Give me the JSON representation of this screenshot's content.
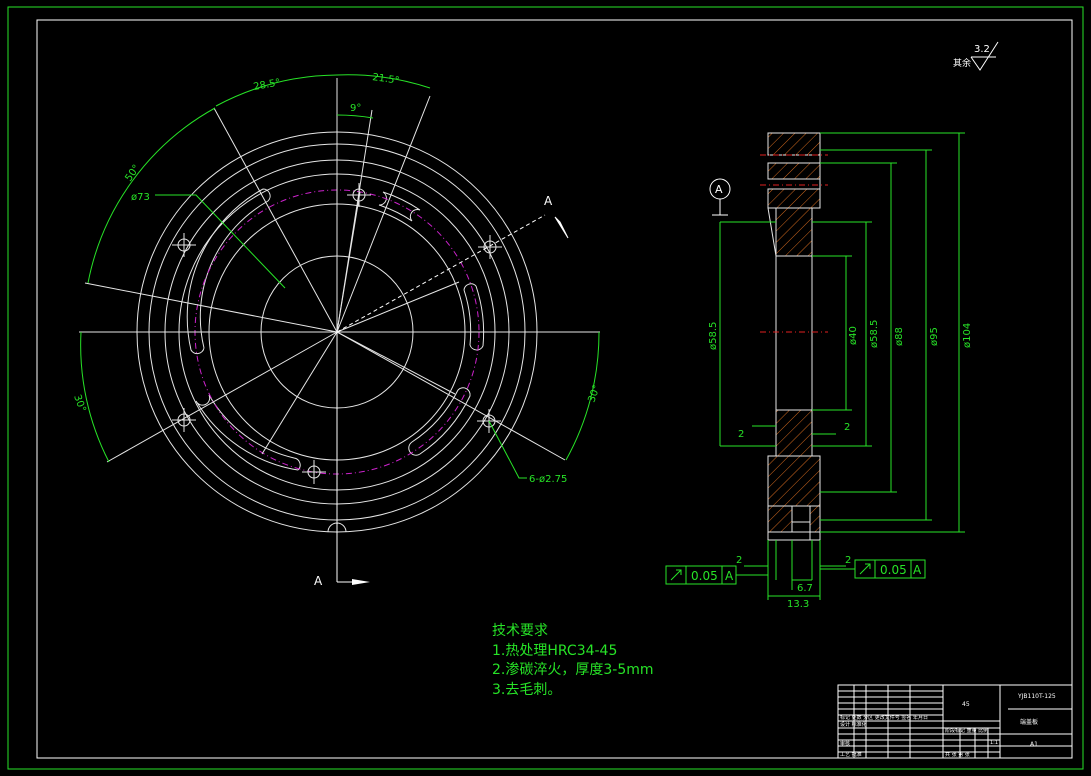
{
  "colors": {
    "border": "#27e327",
    "geometry": "#e6e6e6",
    "dimension": "#27e327",
    "centerline": "#cc22cc",
    "hatch": "#d2691e",
    "background": "#000000"
  },
  "surface_finish": {
    "label": "其余",
    "value": "3.2"
  },
  "angles": {
    "a28": "28.5°",
    "a21": "21.5°",
    "a9": "9°",
    "a50": "50°",
    "a30l": "30°",
    "a30r": "30°"
  },
  "dims_front": {
    "pcd": "ø73",
    "holes": "6-ø2.75"
  },
  "section": {
    "mark": "A",
    "datum": "A",
    "d58l": "ø58.5",
    "d40": "ø40",
    "d58r": "ø58.5",
    "d88": "ø88",
    "d95": "ø95",
    "d104": "ø104",
    "w2a": "2",
    "w2b": "2",
    "w2c": "2",
    "w2d": "2",
    "w67": "6.7",
    "w133": "13.3",
    "tol_left": {
      "value": "0.05",
      "datum": "A"
    },
    "tol_right": {
      "value": "0.05",
      "datum": "A"
    }
  },
  "tech_req": {
    "title": "技术要求",
    "items": [
      "1.热处理HRC34-45",
      "2.渗碳淬火，厚度3-5mm",
      "3.去毛刺。"
    ]
  },
  "title_block": {
    "material": "45",
    "drawing_no": "YJB110T-125",
    "part_name": "端盖板",
    "scale": "A1",
    "r1": "标记 处数 分区 更改文件号 签名 年月日",
    "r2": "设计 标准化",
    "r3": "阶段标记 重量 比例",
    "r4": "审核",
    "r5": "工艺 批准",
    "r6": "共 张 第 张",
    "sc": "1:1"
  }
}
